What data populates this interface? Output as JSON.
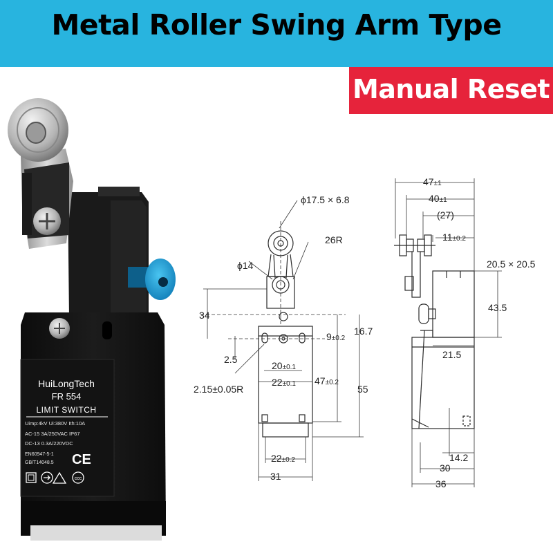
{
  "header": {
    "title": "Metal Roller Swing Arm Type",
    "badge": "Manual Reset",
    "background_color": "#28b4df",
    "badge_color": "#e6233b"
  },
  "product": {
    "brand": "HuiLongTech",
    "model": "FR 554",
    "type_label": "LIMIT SWITCH",
    "spec_line_1": "Uimp:4kV  Ui:380V  Ith:10A",
    "spec_line_2": "AC-15    3A/250VAC  IP67",
    "spec_line_3": "DC-13    0.3A/220VDC",
    "standard_1": "EN60947-5-1",
    "standard_2": "GB/T14048.5",
    "ce_mark": "CE",
    "housing_color": "#141414",
    "reset_button_color": "#1fa6e0"
  },
  "front_view": {
    "roller": "ϕ17.5 × 6.8",
    "arm_radius": "26R",
    "hub": "ϕ14",
    "height_34": "34",
    "dim_16_7": "16.7",
    "dim_9": "9",
    "dim_9_tol": "±0.2",
    "dim_2_5": "2.5",
    "dim_20": "20",
    "dim_20_tol": "±0.1",
    "dim_22a": "22",
    "dim_22a_tol": "±0.1",
    "dim_47": "47",
    "dim_47_tol": "±0.2",
    "dim_55": "55",
    "hole": "2.15±0.05R",
    "dim_22b": "22",
    "dim_22b_tol": "±0.2",
    "dim_31": "31"
  },
  "side_view": {
    "dim_47": "47",
    "dim_47_tol": "±1",
    "dim_40": "40",
    "dim_40_tol": "±1",
    "dim_27": "(27)",
    "dim_11": "11",
    "dim_11_tol": "±0.2",
    "dim_square": "20.5 × 20.5",
    "dim_43_5": "43.5",
    "dim_21_5": "21.5",
    "dim_14_2": "14.2",
    "dim_30": "30",
    "dim_36": "36"
  }
}
